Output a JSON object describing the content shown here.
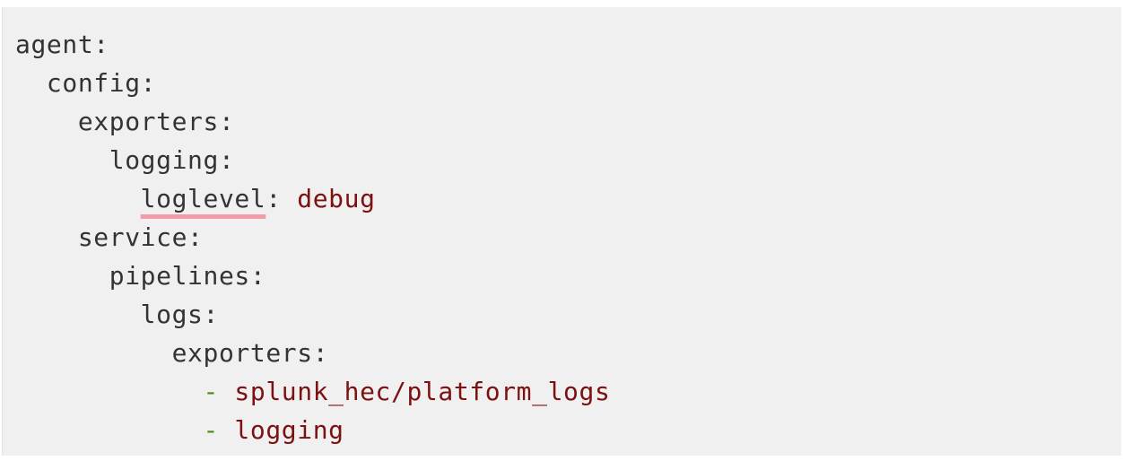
{
  "code_block": {
    "lines": [
      {
        "indent": "",
        "key": "agent",
        "sep": ":"
      },
      {
        "indent": "  ",
        "key": "config",
        "sep": ":"
      },
      {
        "indent": "    ",
        "key": "exporters",
        "sep": ":"
      },
      {
        "indent": "      ",
        "key": "logging",
        "sep": ":"
      },
      {
        "indent": "        ",
        "key": "loglevel",
        "sep": ": ",
        "value": "debug",
        "flagged": true
      },
      {
        "indent": "    ",
        "key": "service",
        "sep": ":"
      },
      {
        "indent": "      ",
        "key": "pipelines",
        "sep": ":"
      },
      {
        "indent": "        ",
        "key": "logs",
        "sep": ":"
      },
      {
        "indent": "          ",
        "key": "exporters",
        "sep": ":"
      },
      {
        "indent": "            ",
        "dash": "- ",
        "value": "splunk_hec/platform_logs"
      },
      {
        "indent": "            ",
        "dash": "- ",
        "value": "logging"
      }
    ],
    "colors": {
      "background": "#f0f0f0",
      "key": "#333333",
      "value": "#7d1010",
      "dash": "#4e8a1e",
      "spell_underline": "#f29ca9"
    }
  }
}
